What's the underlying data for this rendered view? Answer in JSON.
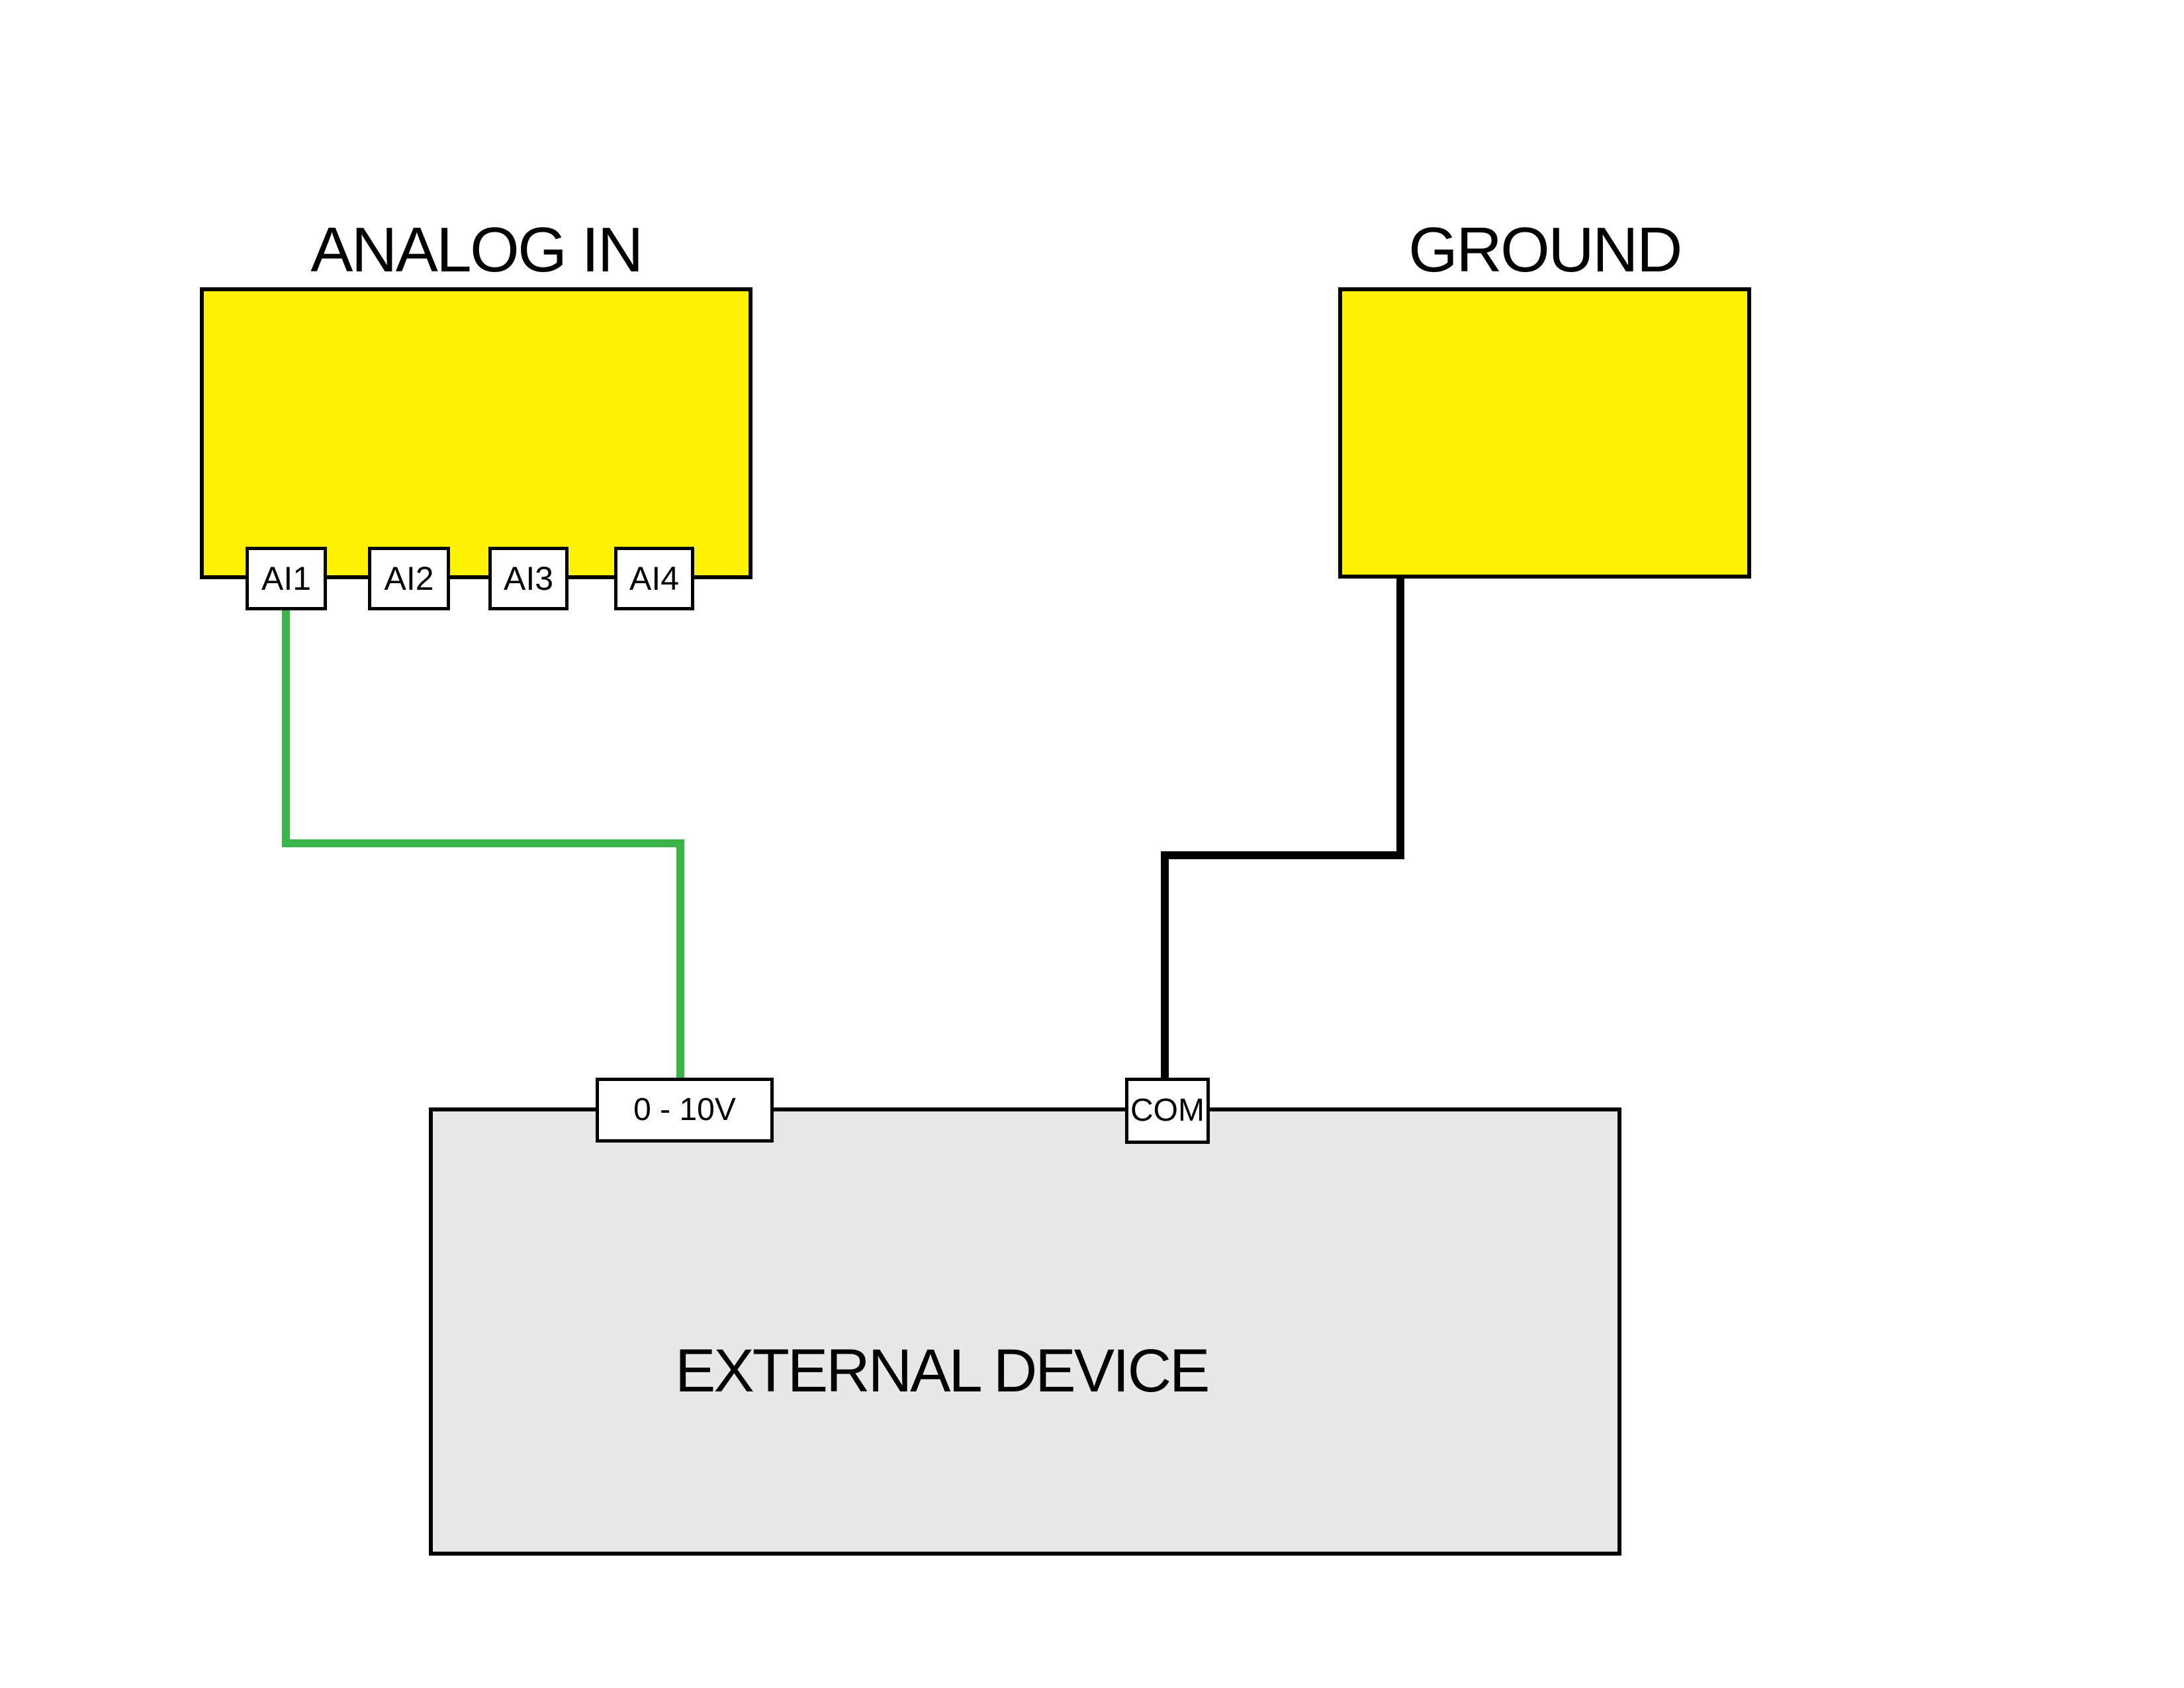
{
  "colors": {
    "box_fill_yellow": "#FFF200",
    "wire_green": "#39B54A",
    "device_fill_gray": "#E6E7E8",
    "line_black": "#000000",
    "terminal_fill_white": "#FFFFFF"
  },
  "analog_in": {
    "title": "ANALOG IN",
    "terminals": [
      {
        "label": "AI1"
      },
      {
        "label": "AI2"
      },
      {
        "label": "AI3"
      },
      {
        "label": "AI4"
      }
    ]
  },
  "ground": {
    "title": "GROUND"
  },
  "external_device": {
    "label": "EXTERNAL DEVICE",
    "terminals": [
      {
        "label": "0 - 10V"
      },
      {
        "label": "COM"
      }
    ]
  },
  "wires": [
    {
      "name": "analog-signal-wire",
      "color": "#39B54A",
      "from": "AI1",
      "to": "0 - 10V"
    },
    {
      "name": "ground-wire",
      "color": "#000000",
      "from": "GROUND",
      "to": "COM"
    }
  ]
}
